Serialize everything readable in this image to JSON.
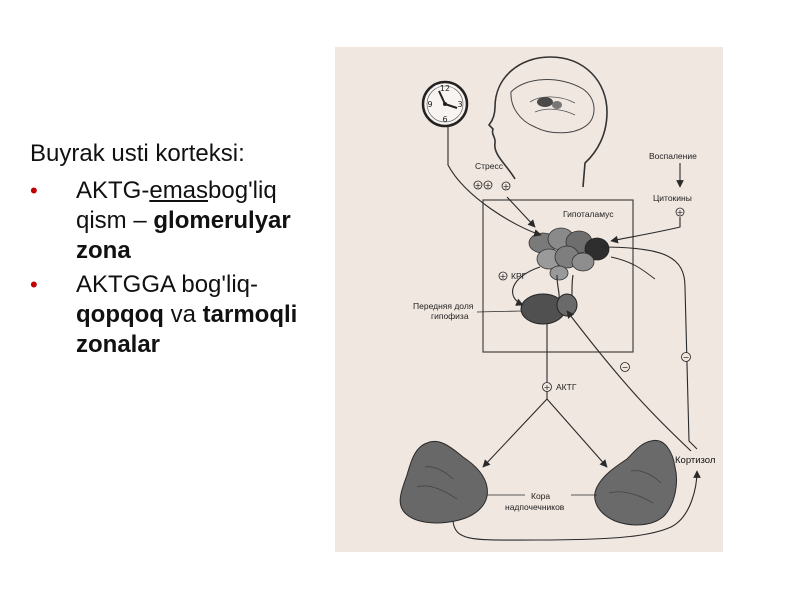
{
  "slide": {
    "heading": "Buyrak usti korteksi:",
    "bullets": [
      {
        "p1": "AKTG-",
        "p2": "emas",
        "p3": "bog'liq qism – ",
        "p4": "glomerulyar zona"
      },
      {
        "p1": "AKTGGA bog'liq-",
        "p2": "qopqoq",
        "p3": " va ",
        "p4": "tarmoqli zonalar"
      }
    ],
    "bullet_color": "#c00000"
  },
  "diagram": {
    "labels": {
      "stress": "Стресс",
      "inflammation": "Воспаление",
      "cytokines": "Цитокины",
      "hypothalamus": "Гипоталамус",
      "crh": "КРГ",
      "anterior_pituitary_1": "Передняя доля",
      "anterior_pituitary_2": "гипофиза",
      "acth": "АКТГ",
      "cortisol": "Кортизол",
      "adrenal_cortex_1": "Кора",
      "adrenal_cortex_2": "надпочечников"
    },
    "signs": {
      "plus": "+",
      "minus": "−"
    },
    "clock_numerals": {
      "n12": "12",
      "n3": "3",
      "n6": "6",
      "n9": "9"
    },
    "colors": {
      "background": "#f1e7e1",
      "ink": "#2a2a2a",
      "gland": "#6a6a6a"
    }
  }
}
